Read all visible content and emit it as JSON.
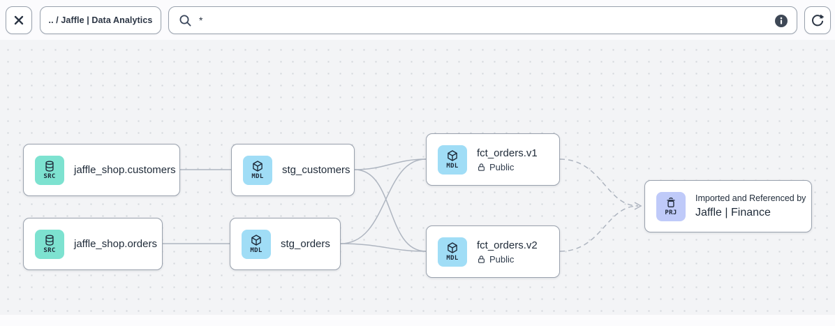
{
  "toolbar": {
    "breadcrumb": ".. / Jaffle | Data Analytics",
    "search_value": "*",
    "icons": [
      "close-icon",
      "search-icon",
      "info-icon",
      "refresh-icon"
    ]
  },
  "colors": {
    "source_badge": "#7de2d0",
    "model_badge": "#a0ddf6",
    "project_badge": "#bfcaf9",
    "edge": "#aeb5c0",
    "canvas_bg": "#f3f4f6",
    "node_border": "#99a1ad"
  },
  "nodes": [
    {
      "badge": "SRC",
      "icon": "database-icon",
      "label": "jaffle_shop.customers"
    },
    {
      "badge": "MDL",
      "icon": "cube-icon",
      "label": "stg_customers"
    },
    {
      "badge": "MDL",
      "icon": "cube-icon",
      "label": "fct_orders.v1",
      "access": "Public"
    },
    {
      "badge": "SRC",
      "icon": "database-icon",
      "label": "jaffle_shop.orders"
    },
    {
      "badge": "MDL",
      "icon": "cube-icon",
      "label": "stg_orders"
    },
    {
      "badge": "MDL",
      "icon": "cube-icon",
      "label": "fct_orders.v2",
      "access": "Public"
    },
    {
      "badge": "PRJ",
      "icon": "archive-icon",
      "title": "Imported and Referenced by",
      "label": "Jaffle | Finance"
    }
  ],
  "edges": [
    {
      "from": "jaffle_shop.customers",
      "to": "stg_customers",
      "style": "solid"
    },
    {
      "from": "jaffle_shop.orders",
      "to": "stg_orders",
      "style": "solid"
    },
    {
      "from": "stg_customers",
      "to": "fct_orders.v1",
      "style": "solid"
    },
    {
      "from": "stg_customers",
      "to": "fct_orders.v2",
      "style": "solid"
    },
    {
      "from": "stg_orders",
      "to": "fct_orders.v1",
      "style": "solid"
    },
    {
      "from": "stg_orders",
      "to": "fct_orders.v2",
      "style": "solid"
    },
    {
      "from": "fct_orders.v1",
      "to": "Jaffle | Finance",
      "style": "dashed"
    },
    {
      "from": "fct_orders.v2",
      "to": "Jaffle | Finance",
      "style": "dashed"
    }
  ]
}
